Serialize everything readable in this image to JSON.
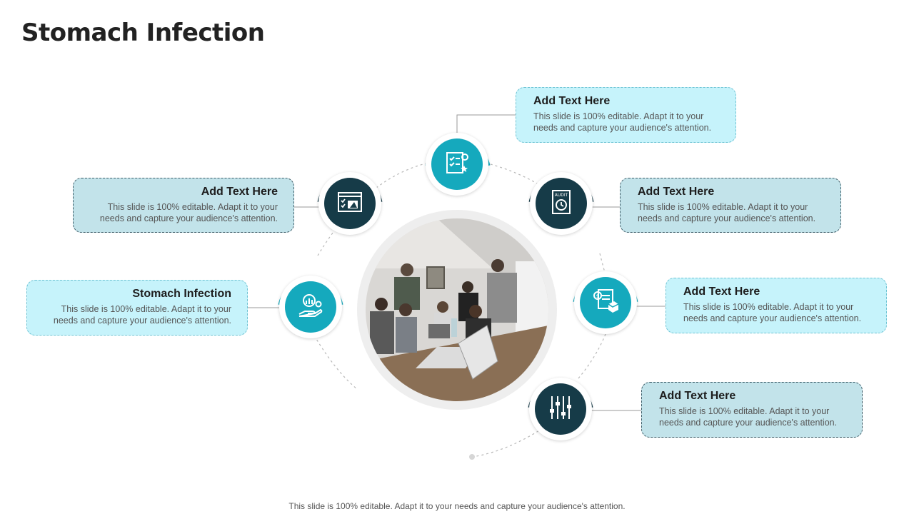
{
  "slide": {
    "title": "Stomach Infection",
    "footer": "This slide is 100% editable. Adapt it to your needs and capture your audience's attention."
  },
  "colors": {
    "teal": "#15a9bd",
    "navy": "#163b48",
    "light_box": "#c6f3fb",
    "dark_box": "#c2e3ea"
  },
  "items": [
    {
      "heading": "Add Text Here",
      "body": "This slide is 100% editable. Adapt it to your needs and capture your audience's attention.",
      "icon": "checklist-stars-gear-icon"
    },
    {
      "heading": "Add Text Here",
      "body": "This slide is 100% editable. Adapt it to your needs and capture your audience's attention.",
      "icon": "browser-checklist-icon"
    },
    {
      "heading": "Add Text Here",
      "body": "This slide is 100% editable. Adapt it to your needs and capture your audience's attention.",
      "icon": "audit-clock-icon"
    },
    {
      "heading": "Stomach Infection",
      "body": "This slide is 100% editable. Adapt it to your needs and capture your audience's attention.",
      "icon": "hand-chart-gear-icon"
    },
    {
      "heading": "Add Text Here",
      "body": "This slide is 100% editable. Adapt it to your needs and capture your audience's attention.",
      "icon": "finance-report-cube-icon"
    },
    {
      "heading": "Add Text Here",
      "body": "This slide is 100% editable. Adapt it to your needs and capture your audience's attention.",
      "icon": "equalizer-sliders-icon"
    }
  ],
  "photo": {
    "subject": "team-meeting-photo"
  }
}
